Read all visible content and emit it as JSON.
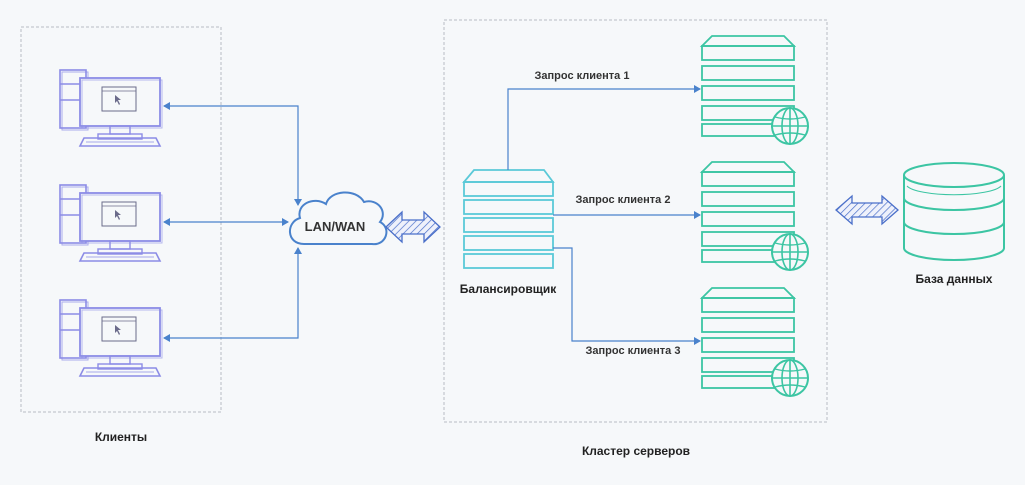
{
  "labels": {
    "clients": "Клиенты",
    "cloud": "LAN/WAN",
    "balancer": "Балансировщик",
    "cluster": "Кластер серверов",
    "database": "База данных",
    "request_1": "Запрос клиента 1",
    "request_2": "Запрос клиента 2",
    "request_3": "Запрос клиента 3"
  },
  "colors": {
    "client_stroke": "#8c8ce6",
    "server_stroke": "#3cc5a3",
    "balancer_stroke": "#5bc9d8",
    "db_stroke": "#3cc5a3",
    "connector": "#4a82cc",
    "group_border": "#b8bcc4",
    "double_arrow": "#4a6fc9"
  },
  "icons": {
    "client": "desktop-computer-icon",
    "cloud": "cloud-icon",
    "balancer": "server-stack-icon",
    "server": "server-with-globe-icon",
    "database": "database-cylinder-icon"
  }
}
